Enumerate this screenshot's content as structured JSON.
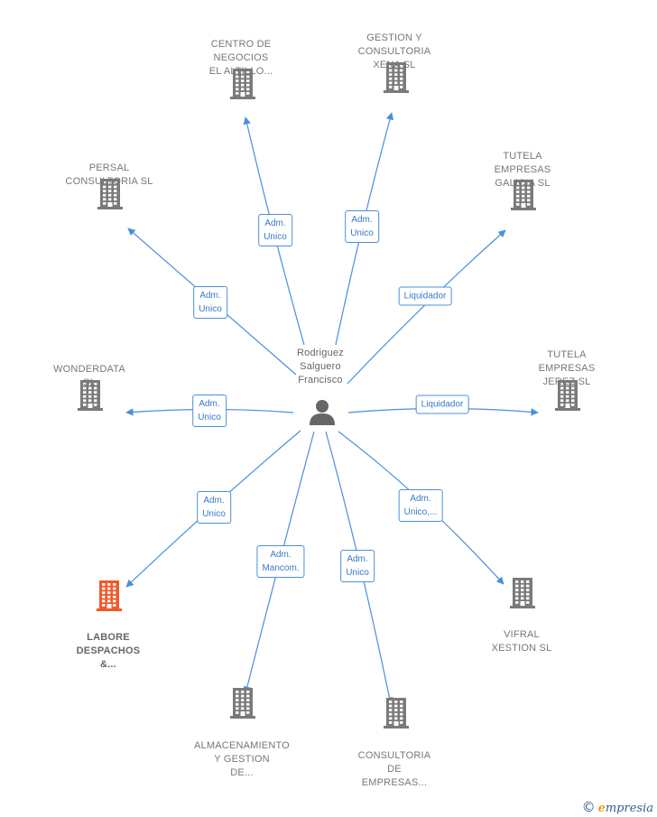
{
  "center": {
    "lines": [
      "Rodriguez",
      "Salguero",
      "Francisco"
    ],
    "icon": "person-icon"
  },
  "nodes": [
    {
      "id": "centro",
      "lines": [
        "CENTRO DE",
        "NEGOCIOS",
        "EL ALTILLO..."
      ],
      "highlight": false
    },
    {
      "id": "gestion",
      "lines": [
        "GESTION Y",
        "CONSULTORIA",
        "XENA SL"
      ],
      "highlight": false
    },
    {
      "id": "galicia",
      "lines": [
        "TUTELA",
        "EMPRESAS",
        "GALICIA  SL"
      ],
      "highlight": false
    },
    {
      "id": "persal",
      "lines": [
        "PERSAL",
        "CONSULTORIA SL"
      ],
      "highlight": false
    },
    {
      "id": "wonder",
      "lines": [
        "WONDERDATA",
        "SL"
      ],
      "highlight": false
    },
    {
      "id": "jerez",
      "lines": [
        "TUTELA",
        "EMPRESAS",
        "JEREZ  SL"
      ],
      "highlight": false
    },
    {
      "id": "labore",
      "lines": [
        "LABORE",
        "DESPACHOS",
        "&..."
      ],
      "highlight": true
    },
    {
      "id": "vifral",
      "lines": [
        "VIFRAL",
        "XESTION SL"
      ],
      "highlight": false
    },
    {
      "id": "almacen",
      "lines": [
        "ALMACENAMIENTO",
        "Y GESTION",
        "DE..."
      ],
      "highlight": false
    },
    {
      "id": "consult",
      "lines": [
        "CONSULTORIA",
        "DE",
        "EMPRESAS..."
      ],
      "highlight": false
    }
  ],
  "edges": [
    {
      "target": "centro",
      "label": [
        "Adm.",
        "Unico"
      ]
    },
    {
      "target": "gestion",
      "label": [
        "Adm.",
        "Unico"
      ]
    },
    {
      "target": "galicia",
      "label": [
        "Liquidador"
      ]
    },
    {
      "target": "persal",
      "label": [
        "Adm.",
        "Unico"
      ]
    },
    {
      "target": "wonder",
      "label": [
        "Adm.",
        "Unico"
      ]
    },
    {
      "target": "jerez",
      "label": [
        "Liquidador"
      ]
    },
    {
      "target": "labore",
      "label": [
        "Adm.",
        "Unico"
      ]
    },
    {
      "target": "vifral",
      "label": [
        "Adm.",
        "Unico,..."
      ]
    },
    {
      "target": "almacen",
      "label": [
        "Adm.",
        "Mancom."
      ]
    },
    {
      "target": "consult",
      "label": [
        "Adm.",
        "Unico"
      ]
    }
  ],
  "colors": {
    "edge": "#4a90d9",
    "building": "#7a7a7a",
    "building_highlight": "#f05a28",
    "person": "#666666"
  },
  "brand": {
    "copyright": "©",
    "initial": "e",
    "name": "mpresia"
  }
}
